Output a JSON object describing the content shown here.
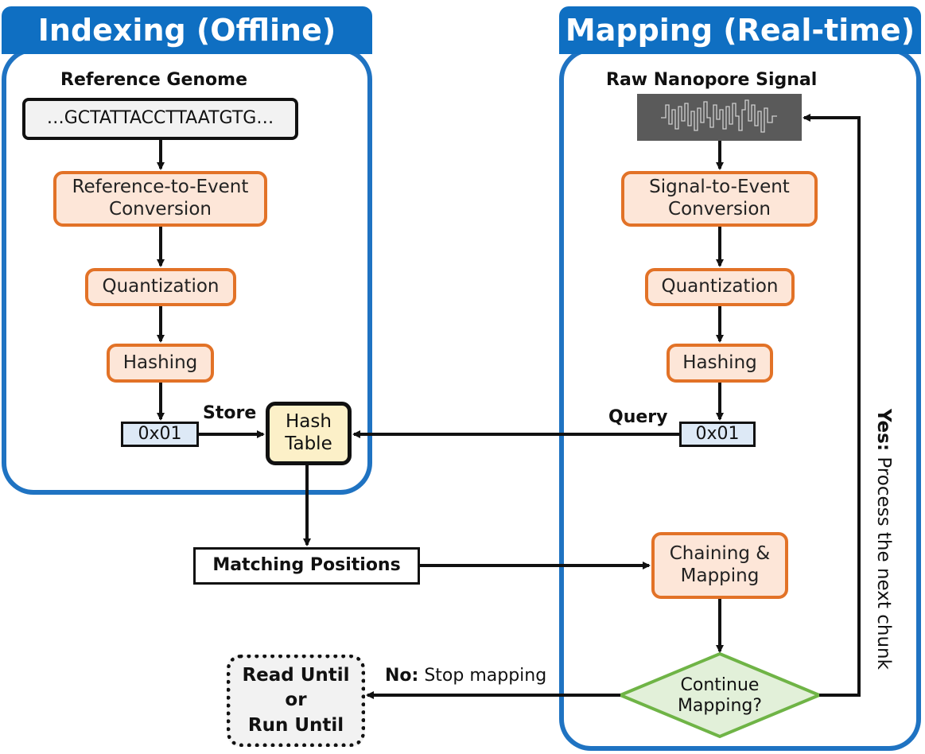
{
  "colors": {
    "panel_border": "#1f73c2",
    "tab_fill": "#0f6fc2",
    "process_fill": "#fde6d8",
    "process_border": "#e27227",
    "hash_fill": "#dde9f6",
    "hashtable_fill": "#fcf0c8",
    "decision_fill": "#e2f0d9",
    "decision_border": "#6fb446",
    "terminal_fill": "#f2f2f2",
    "sequence_fill": "#f2f2f2"
  },
  "indexing": {
    "title": "Indexing (Offline)",
    "reference_label": "Reference Genome",
    "sequence": "…GCTATTACCTTAATGTG…",
    "conversion": "Reference-to-Event\nConversion",
    "quantization": "Quantization",
    "hashing": "Hashing",
    "hash_value": "0x01",
    "store_label": "Store"
  },
  "hash_table": "Hash\nTable",
  "mapping": {
    "title": "Mapping (Real-time)",
    "signal_label": "Raw Nanopore Signal",
    "signal_icon": "nanopore-signal-thumbnail",
    "conversion": "Signal-to-Event\nConversion",
    "quantization": "Quantization",
    "hashing": "Hashing",
    "hash_value": "0x01",
    "query_label": "Query",
    "chaining": "Chaining &\nMapping",
    "decision": "Continue\nMapping?",
    "yes_prefix": "Yes:",
    "yes_text": "Process the next chunk",
    "no_prefix": "No:",
    "no_text": "Stop mapping"
  },
  "matching_positions": "Matching Positions",
  "terminal": "Read Until\nor\nRun Until"
}
